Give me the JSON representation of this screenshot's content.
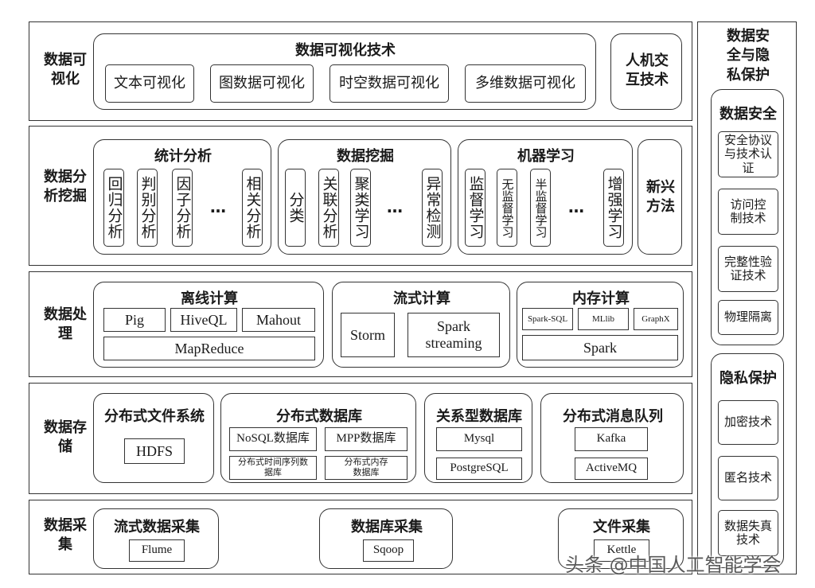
{
  "visualization": {
    "layer_label": "数据可视化",
    "group_title": "数据可视化技术",
    "items": [
      "文本可视化",
      "图数据可视化",
      "时空数据可视化",
      "多维数据可视化"
    ],
    "hci": "人机交互技术"
  },
  "analysis": {
    "layer_label": "数据分析挖掘",
    "statistics": {
      "title": "统计分析",
      "items": [
        "回归分析",
        "判别分析",
        "因子分析",
        "相关分析"
      ]
    },
    "mining": {
      "title": "数据挖掘",
      "items": [
        "分类",
        "关联分析",
        "聚类学习",
        "异常检测"
      ]
    },
    "ml": {
      "title": "机器学习",
      "items": [
        "监督学习",
        "无监督学习",
        "半监督学习",
        "增强学习"
      ]
    },
    "ellipsis": "…",
    "emerging": "新兴方法"
  },
  "processing": {
    "layer_label": "数据处理",
    "offline": {
      "title": "离线计算",
      "items": [
        "Pig",
        "HiveQL",
        "Mahout"
      ],
      "base": "MapReduce"
    },
    "stream": {
      "title": "流式计算",
      "items": [
        "Storm",
        "Spark streaming"
      ]
    },
    "memory": {
      "title": "内存计算",
      "items": [
        "Spark-SQL",
        "MLlib",
        "GraphX"
      ],
      "base": "Spark"
    }
  },
  "storage": {
    "layer_label": "数据存储",
    "dfs": {
      "title": "分布式文件系统",
      "items": [
        "HDFS"
      ]
    },
    "ddb": {
      "title": "分布式数据库",
      "items": [
        "NoSQL数据库",
        "MPP数据库",
        "分布式时间序列数据库",
        "分布式内存数据库"
      ]
    },
    "rdb": {
      "title": "关系型数据库",
      "items": [
        "Mysql",
        "PostgreSQL"
      ]
    },
    "mq": {
      "title": "分布式消息队列",
      "items": [
        "Kafka",
        "ActiveMQ"
      ]
    }
  },
  "collection": {
    "layer_label": "数据采集",
    "stream": {
      "title": "流式数据采集",
      "item": "Flume"
    },
    "db": {
      "title": "数据库采集",
      "item": "Sqoop"
    },
    "file": {
      "title": "文件采集",
      "item": "Kettle"
    }
  },
  "security": {
    "column_title": "数据安全与隐私保护",
    "data_security": {
      "title": "数据安全",
      "items": [
        "安全协议与技术认证",
        "访问控制技术",
        "完整性验证技术",
        "物理隔离"
      ]
    },
    "privacy": {
      "title": "隐私保护",
      "items": [
        "加密技术",
        "匿名技术",
        "数据失真技术"
      ]
    }
  },
  "watermark": "头条 @中国人工智能学会"
}
